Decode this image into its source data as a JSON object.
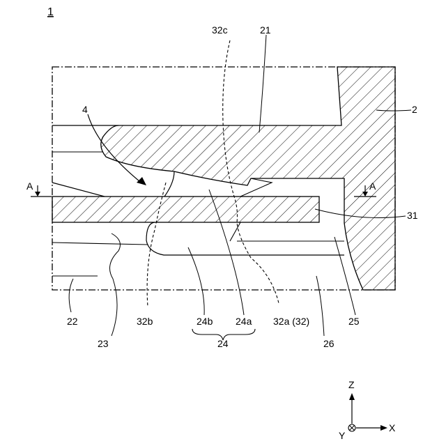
{
  "figure_number": "1",
  "section_marker": "A",
  "labels": {
    "n2": "2",
    "n4": "4",
    "n21": "21",
    "n22": "22",
    "n23": "23",
    "n24": "24",
    "n24a": "24a",
    "n24b": "24b",
    "n25": "25",
    "n26": "26",
    "n31": "31",
    "n32a": "32a (32)",
    "n32b": "32b",
    "n32c": "32c"
  },
  "axes": {
    "z": "Z",
    "x": "X",
    "y": "Y"
  }
}
